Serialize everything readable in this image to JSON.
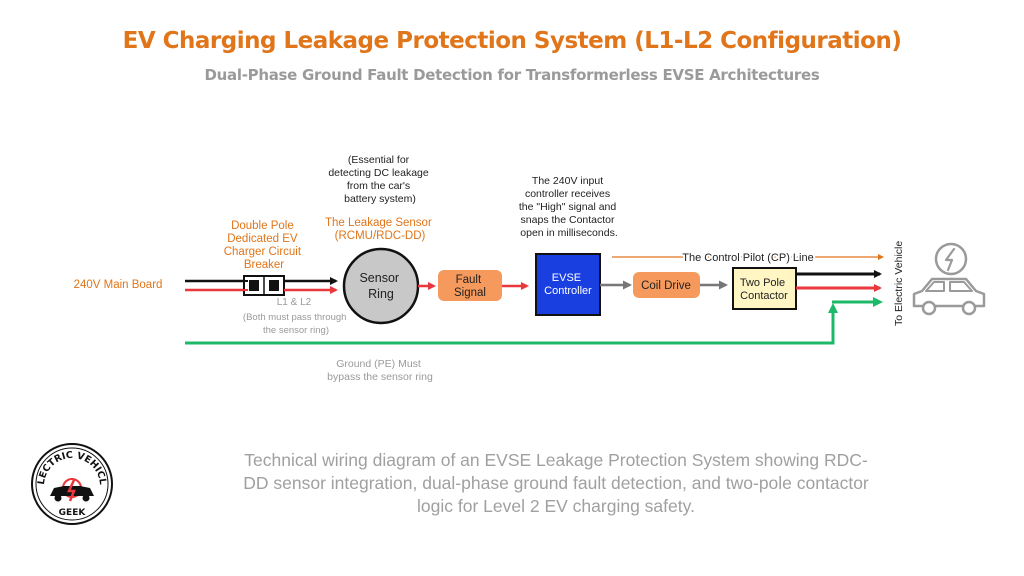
{
  "header": {
    "title": "EV Charging Leakage Protection System (L1-L2 Configuration)",
    "subtitle": "Dual-Phase Ground Fault Detection for Transformerless EVSE Architectures"
  },
  "diagram": {
    "main_board": "240V Main Board",
    "breaker": [
      "Double Pole",
      "Dedicated EV",
      "Charger Circuit",
      "Breaker"
    ],
    "l1_l2": "L1 & L2",
    "l1_l2_note": [
      "(Both must pass through",
      "the sensor ring)"
    ],
    "sensor_note": [
      "(Essential for",
      "detecting DC leakage",
      "from the car's",
      "battery system)"
    ],
    "sensor_title": [
      "The Leakage Sensor",
      "(RCMU/RDC-DD)"
    ],
    "sensor_ring": [
      "Sensor",
      "Ring"
    ],
    "fault_signal": [
      "Fault",
      "Signal"
    ],
    "controller_note": [
      "The 240V input",
      "controller receives",
      "the \"High\" signal and",
      "snaps the Contactor",
      "open in milliseconds."
    ],
    "evse_controller": [
      "EVSE",
      "Controller"
    ],
    "cp_line": "The Control Pilot (CP) Line",
    "coil_drive": "Coil Drive",
    "contactor": [
      "Two Pole",
      "Contactor"
    ],
    "to_ev": "To Electric Vehicle",
    "ground_note": [
      "Ground (PE) Must",
      "bypass the sensor ring"
    ]
  },
  "caption": "Technical wiring diagram of an EVSE Leakage Protection System showing RDC-DD sensor integration, dual-phase ground fault detection, and two-pole contactor logic for Level 2 EV charging safety.",
  "logo": {
    "top_text": "ELECTRIC VEHICLE",
    "bottom_text": "GEEK"
  },
  "colors": {
    "orange": "#e0751a",
    "gray_text": "#9a9a9a",
    "line_black": "#111111",
    "line_red": "#e8383d",
    "line_green": "#1db86a",
    "controller_blue": "#1a3fe0",
    "orange_box": "#f59a5c",
    "contactor_fill": "#fff6c4"
  }
}
